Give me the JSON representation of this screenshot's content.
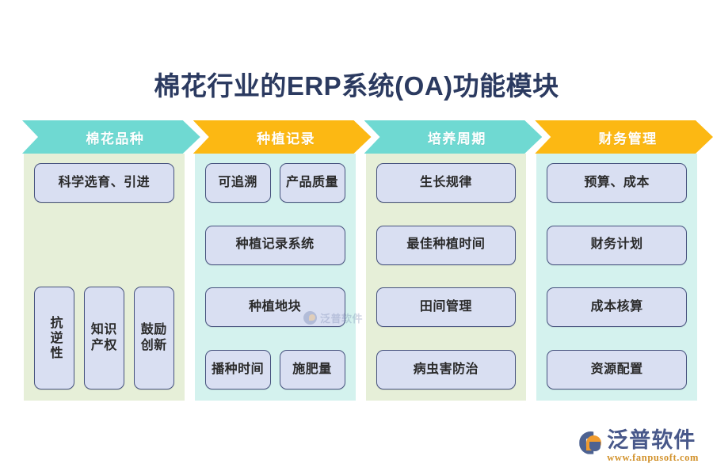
{
  "page": {
    "title": "棉花行业的ERP系统(OA)功能模块",
    "background_color": "#ffffff",
    "title_color": "#2b3a60"
  },
  "colors": {
    "header_teal": "#6fd9d2",
    "header_amber": "#fcb813",
    "panel_green": "#e6efd8",
    "panel_mint": "#d4f2ee",
    "item_fill": "#d9dff2",
    "item_border": "#46527e",
    "brand_blue": "#48588a",
    "brand_orange": "#d2922c"
  },
  "watermark": {
    "text": "泛普软件",
    "icon": "fanpu-logo-icon"
  },
  "brand": {
    "name": "泛普软件",
    "url": "www.fanpusoft.com",
    "icon": "fanpu-logo-icon"
  },
  "columns": [
    {
      "header": "棉花品种",
      "header_style": "teal",
      "panel_style": "green",
      "groups": [
        {
          "layout": "wide",
          "items": [
            {
              "label": "科学选育、引进"
            }
          ]
        },
        {
          "layout": "tall",
          "items": [
            {
              "label": "抗逆性",
              "text_mode": "vertical"
            },
            {
              "label": "知识产权",
              "text_mode": "grid2x2"
            },
            {
              "label": "鼓励创新",
              "text_mode": "grid2x2"
            }
          ]
        }
      ]
    },
    {
      "header": "种植记录",
      "header_style": "amber",
      "panel_style": "mint",
      "groups": [
        {
          "layout": "pair",
          "items": [
            {
              "label": "可追溯"
            },
            {
              "label": "产品质量"
            }
          ]
        },
        {
          "layout": "wide",
          "items": [
            {
              "label": "种植记录系统"
            }
          ]
        },
        {
          "layout": "wide",
          "items": [
            {
              "label": "种植地块"
            }
          ]
        },
        {
          "layout": "pair",
          "items": [
            {
              "label": "播种时间"
            },
            {
              "label": "施肥量"
            }
          ]
        }
      ]
    },
    {
      "header": "培养周期",
      "header_style": "teal",
      "panel_style": "green",
      "groups": [
        {
          "layout": "wide",
          "items": [
            {
              "label": "生长规律"
            }
          ]
        },
        {
          "layout": "wide",
          "items": [
            {
              "label": "最佳种植时间"
            }
          ]
        },
        {
          "layout": "wide",
          "items": [
            {
              "label": "田间管理"
            }
          ]
        },
        {
          "layout": "wide",
          "items": [
            {
              "label": "病虫害防治"
            }
          ]
        }
      ]
    },
    {
      "header": "财务管理",
      "header_style": "amber",
      "panel_style": "mint",
      "groups": [
        {
          "layout": "wide",
          "items": [
            {
              "label": "预算、成本"
            }
          ]
        },
        {
          "layout": "wide",
          "items": [
            {
              "label": "财务计划"
            }
          ]
        },
        {
          "layout": "wide",
          "items": [
            {
              "label": "成本核算"
            }
          ]
        },
        {
          "layout": "wide",
          "items": [
            {
              "label": "资源配置"
            }
          ]
        }
      ]
    }
  ]
}
